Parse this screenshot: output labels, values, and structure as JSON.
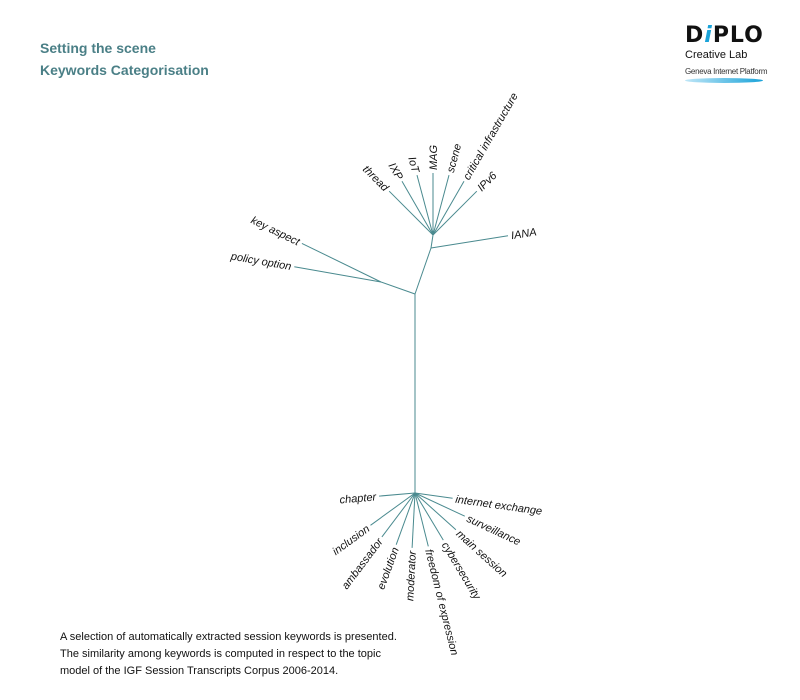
{
  "header": {
    "line1": "Setting the scene",
    "line2": "Keywords Categorisation"
  },
  "logo": {
    "brand": "DiPLO",
    "sub": "Creative Lab",
    "platform": "Geneva Internet Platform"
  },
  "colors": {
    "title": "#4a7f86",
    "branch": "#4a8a8f",
    "logo_accent": "#1aa3d9"
  },
  "keywords": {
    "upper": [
      "thread",
      "IXP",
      "IoT",
      "MAG",
      "scene",
      "critical infrastructure",
      "IPv6",
      "IANA",
      "key aspect",
      "policy option"
    ],
    "lower": [
      "chapter",
      "internet exchange",
      "surveillance",
      "main session",
      "cybersecurity",
      "freedom of expression",
      "moderator",
      "evolution",
      "ambassador",
      "inclusion"
    ]
  },
  "caption": [
    "A selection of automatically extracted session keywords is presented.",
    "The similarity among keywords is computed in respect to the topic",
    "model of the IGF Session Transcripts Corpus 2006-2014."
  ]
}
